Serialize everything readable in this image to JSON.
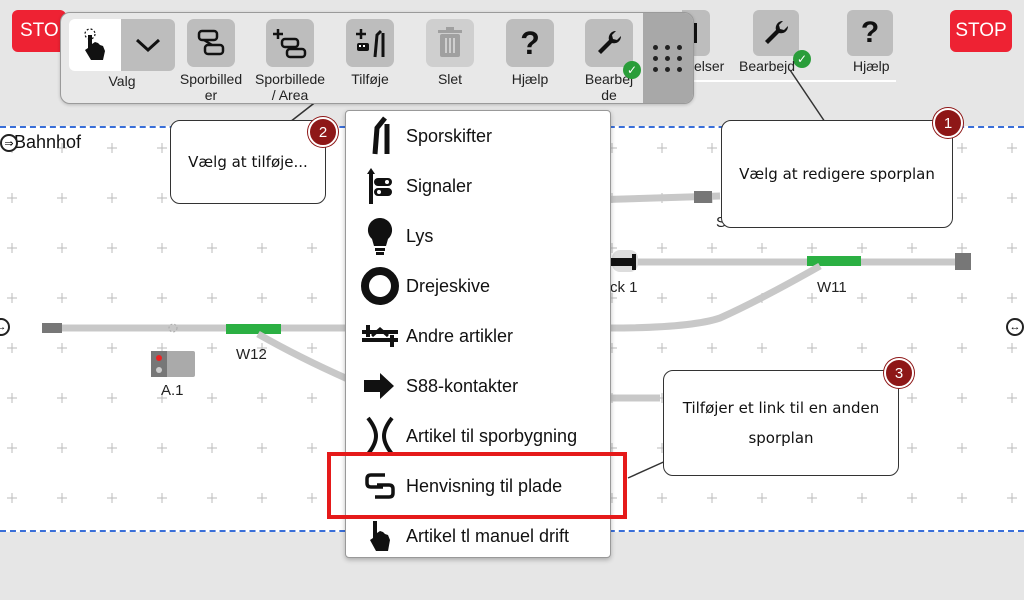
{
  "stop_left": "STOP",
  "stop_right": "STOP",
  "plan": {
    "title": "Bahnhof",
    "labels": {
      "w12": "W12",
      "a1": "A.1",
      "w11": "W11",
      "block1": "ck 1",
      "signal_partial": "S"
    }
  },
  "right_toolbar": {
    "items": [
      {
        "label": "elser",
        "icon": "list-icon"
      },
      {
        "label": "Bearbejd",
        "icon": "wrench-icon",
        "checked": true
      },
      {
        "label": "Hjælp",
        "icon": "question-icon"
      }
    ]
  },
  "toolbar": {
    "items": [
      {
        "label": "Valg",
        "icon": "pointer-icon"
      },
      {
        "label": "Sporbilleder",
        "icon": "track-plans-icon"
      },
      {
        "label": "Sporbillede / Area",
        "icon": "add-track-plan-icon"
      },
      {
        "label": "Tilføje",
        "icon": "add-item-icon"
      },
      {
        "label": "Slet",
        "icon": "trash-icon",
        "disabled": true
      },
      {
        "label": "Hjælp",
        "icon": "question-icon"
      },
      {
        "label": "Bearbejde",
        "icon": "wrench-icon",
        "checked": true
      }
    ]
  },
  "menu": {
    "items": [
      {
        "label": "Sporskifter",
        "icon": "turnout-icon"
      },
      {
        "label": "Signaler",
        "icon": "signal-icon"
      },
      {
        "label": "Lys",
        "icon": "bulb-icon"
      },
      {
        "label": "Drejeskive",
        "icon": "turntable-icon"
      },
      {
        "label": "Andre artikler",
        "icon": "other-items-icon"
      },
      {
        "label": "S88-kontakter",
        "icon": "s88-contact-icon"
      },
      {
        "label": "Artikel til sporbygning",
        "icon": "track-building-icon"
      },
      {
        "label": "Henvisning til plade",
        "icon": "page-link-icon",
        "highlighted": true
      },
      {
        "label": "Artikel tl manuel drift",
        "icon": "hand-icon"
      }
    ]
  },
  "callouts": [
    {
      "number": "1",
      "text": "Vælg at redigere sporplan"
    },
    {
      "number": "2",
      "text": "Vælg at tilføje..."
    },
    {
      "number": "3",
      "text_line1": "Tilføjer et link til en anden",
      "text_line2": "sporplan"
    }
  ],
  "colors": {
    "stop": "#ee2233",
    "badge": "#8e1717",
    "highlight": "#e51a1a",
    "active_track": "#2bb043",
    "grid_line": "#3a6fd8"
  }
}
